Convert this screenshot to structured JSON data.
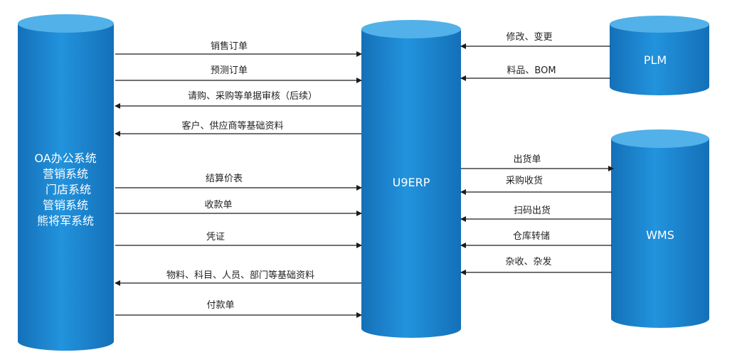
{
  "nodes": {
    "left": {
      "lines": [
        "OA办公系统",
        "营销系统",
        "门店系统",
        "管销系统",
        "熊将军系统"
      ]
    },
    "center": {
      "label": "U9ERP"
    },
    "plm": {
      "label": "PLM"
    },
    "wms": {
      "label": "WMS"
    }
  },
  "edges_left": [
    {
      "label": "销售订单",
      "direction": "to-center"
    },
    {
      "label": "预测订单",
      "direction": "to-center"
    },
    {
      "label": "请购、采购等单据审核（后续）",
      "direction": "to-left"
    },
    {
      "label": "客户、供应商等基础资料",
      "direction": "to-left"
    },
    {
      "label": "结算价表",
      "direction": "to-center"
    },
    {
      "label": "收款单",
      "direction": "to-center"
    },
    {
      "label": "凭证",
      "direction": "to-center"
    },
    {
      "label": "物料、科目、人员、部门等基础资料",
      "direction": "to-left"
    },
    {
      "label": "付款单",
      "direction": "to-center"
    }
  ],
  "edges_plm": [
    {
      "label": "修改、变更",
      "direction": "to-center"
    },
    {
      "label": "料品、BOM",
      "direction": "to-center"
    }
  ],
  "edges_wms": [
    {
      "label": "出货单",
      "direction": "to-wms"
    },
    {
      "label": "采购收货",
      "direction": "to-center"
    },
    {
      "label": "扫码出货",
      "direction": "to-center"
    },
    {
      "label": "仓库转储",
      "direction": "to-center"
    },
    {
      "label": "杂收、杂发",
      "direction": "to-center"
    }
  ],
  "colors": {
    "cylinder_body": "#1a86cf",
    "cylinder_top": "#52b1e8",
    "arrow": "#1c1c1c"
  }
}
